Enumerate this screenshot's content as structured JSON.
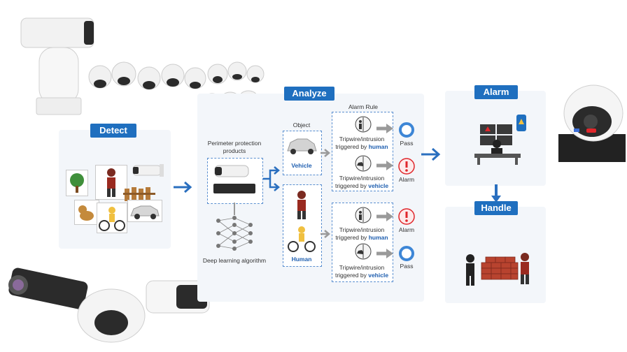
{
  "stages": {
    "detect": "Detect",
    "analyze": "Analyze",
    "alarm": "Alarm",
    "handle": "Handle"
  },
  "analyze": {
    "perimeter_label": "Perimeter protection products",
    "deep_learning_label": "Deep learning algorithm",
    "object_header": "Object",
    "alarm_rule_header": "Alarm Rule",
    "vehicle_label": "Vehicle",
    "human_label": "Human",
    "rules": [
      {
        "text": "Tripwire/intrusion",
        "line2": "triggered by",
        "target": "human",
        "result": "Pass"
      },
      {
        "text": "Tripwire/intrusion",
        "line2": "triggered by",
        "target": "vehicle",
        "result": "Alarm"
      },
      {
        "text": "Tripwire/intrusion",
        "line2": "triggered by",
        "target": "human",
        "result": "Alarm"
      },
      {
        "text": "Tripwire/intrusion",
        "line2": "triggered by",
        "target": "vehicle",
        "result": "Pass"
      }
    ]
  },
  "colors": {
    "accent": "#1f6fbf",
    "panel": "#f3f6fa",
    "pass_ring": "#3d86d6",
    "alarm_red": "#e0262b",
    "arrow_gray": "#9a9a9a"
  }
}
